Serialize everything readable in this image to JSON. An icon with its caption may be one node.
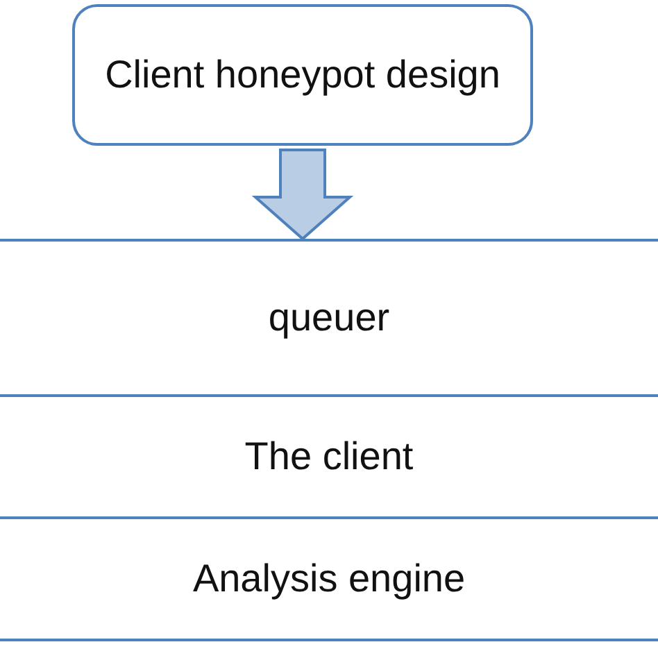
{
  "diagram": {
    "nodes": [
      {
        "text": [
          "Client honeypot design"
        ]
      },
      {
        "text": [
          "queuer"
        ]
      },
      {
        "text": [
          "The client"
        ]
      },
      {
        "text": [
          "Analysis engine"
        ]
      }
    ],
    "edges": [
      {
        "from": 0,
        "to": 1,
        "arrow": "to"
      }
    ]
  }
}
